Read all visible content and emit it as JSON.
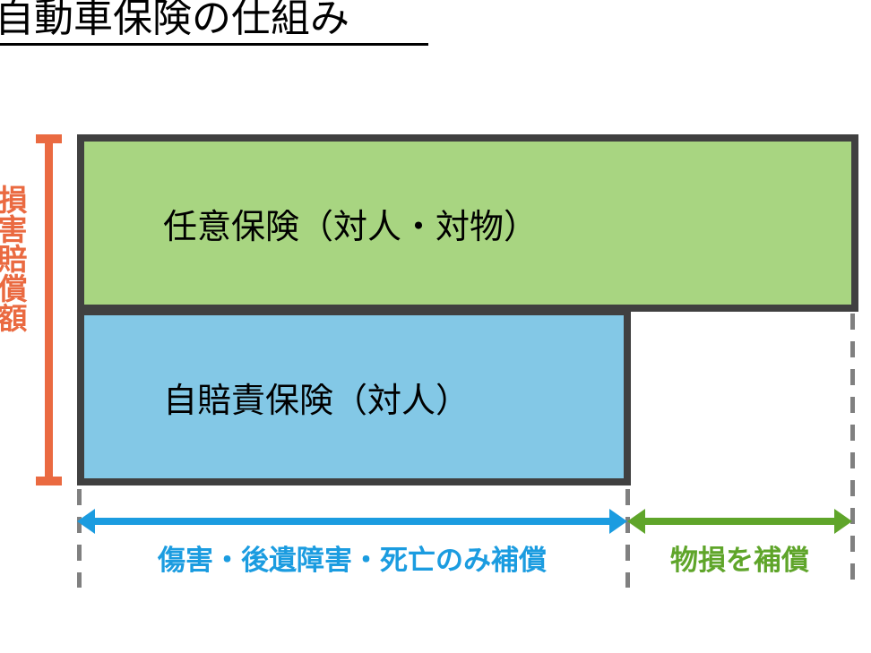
{
  "title": {
    "text": "自動車保険の仕組み"
  },
  "axis": {
    "vertical_label": "損害賠償額",
    "bracket_color": "#EA6A41"
  },
  "bars": [
    {
      "id": "voluntary-insurance",
      "label": "任意保険（対人・対物）",
      "fill_color": "#A8D581",
      "border_color": "#404040"
    },
    {
      "id": "compulsory-insurance",
      "label": "自賠責保険（対人）",
      "fill_color": "#83C8E6",
      "border_color": "#404040"
    }
  ],
  "ranges": [
    {
      "id": "injury-coverage",
      "caption": "傷害・後遺障害・死亡のみ補償",
      "color": "#1B9CE0"
    },
    {
      "id": "property-coverage",
      "caption": "物損を補償",
      "color": "#5FA52A"
    }
  ]
}
